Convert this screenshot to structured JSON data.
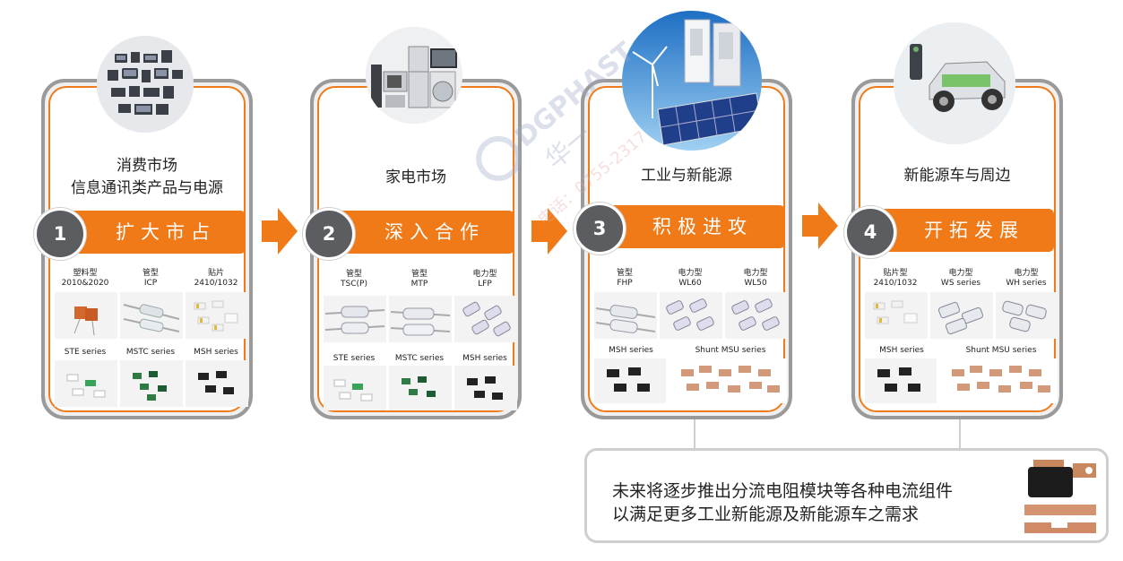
{
  "colors": {
    "accent": "#f07a18",
    "badge": "#5b5d61",
    "frame": "#9a9a9a"
  },
  "watermark": {
    "brand": "DGPHAST",
    "cn": "华一",
    "phone": "0755-2317",
    "prefix": "电话："
  },
  "stages": [
    {
      "num": "1",
      "title": "扩大市占",
      "subtitle_lines": [
        "消费市场",
        "信息通讯类产品与电源"
      ],
      "photo_icon": "electronics-icon",
      "products": [
        {
          "l1": "塑料型",
          "l2": "2010&2020"
        },
        {
          "l1": "管型",
          "l2": "ICP"
        },
        {
          "l1": "贴片",
          "l2": "2410/1032"
        },
        {
          "l1": "STE series",
          "l2": ""
        },
        {
          "l1": "MSTC series",
          "l2": ""
        },
        {
          "l1": "MSH series",
          "l2": ""
        }
      ]
    },
    {
      "num": "2",
      "title": "深入合作",
      "subtitle_lines": [
        "家电市场"
      ],
      "photo_icon": "appliances-icon",
      "products": [
        {
          "l1": "管型",
          "l2": "TSC(P)"
        },
        {
          "l1": "管型",
          "l2": "MTP"
        },
        {
          "l1": "电力型",
          "l2": "LFP"
        },
        {
          "l1": "STE series",
          "l2": ""
        },
        {
          "l1": "MSTC series",
          "l2": ""
        },
        {
          "l1": "MSH series",
          "l2": ""
        }
      ]
    },
    {
      "num": "3",
      "title": "积极进攻",
      "subtitle_lines": [
        "工业与新能源"
      ],
      "photo_icon": "wind-solar-icon",
      "products": [
        {
          "l1": "管型",
          "l2": "FHP"
        },
        {
          "l1": "电力型",
          "l2": "WL60"
        },
        {
          "l1": "电力型",
          "l2": "WL50"
        },
        {
          "l1": "MSH series",
          "l2": ""
        },
        {
          "l1": "Shunt  MSU series",
          "l2": ""
        }
      ]
    },
    {
      "num": "4",
      "title": "开拓发展",
      "subtitle_lines": [
        "新能源车与周边"
      ],
      "photo_icon": "ev-car-icon",
      "products": [
        {
          "l1": "贴片型",
          "l2": "2410/1032"
        },
        {
          "l1": "电力型",
          "l2": "WS series"
        },
        {
          "l1": "电力型",
          "l2": "WH series"
        },
        {
          "l1": "MSH series",
          "l2": ""
        },
        {
          "l1": "Shunt  MSU series",
          "l2": ""
        }
      ]
    }
  ],
  "note": {
    "line1": "未来将逐步推出分流电阻模块等各种电流组件",
    "line2": "以满足更多工业新能源及新能源车之需求",
    "image_icon": "shunt-module-icon"
  }
}
